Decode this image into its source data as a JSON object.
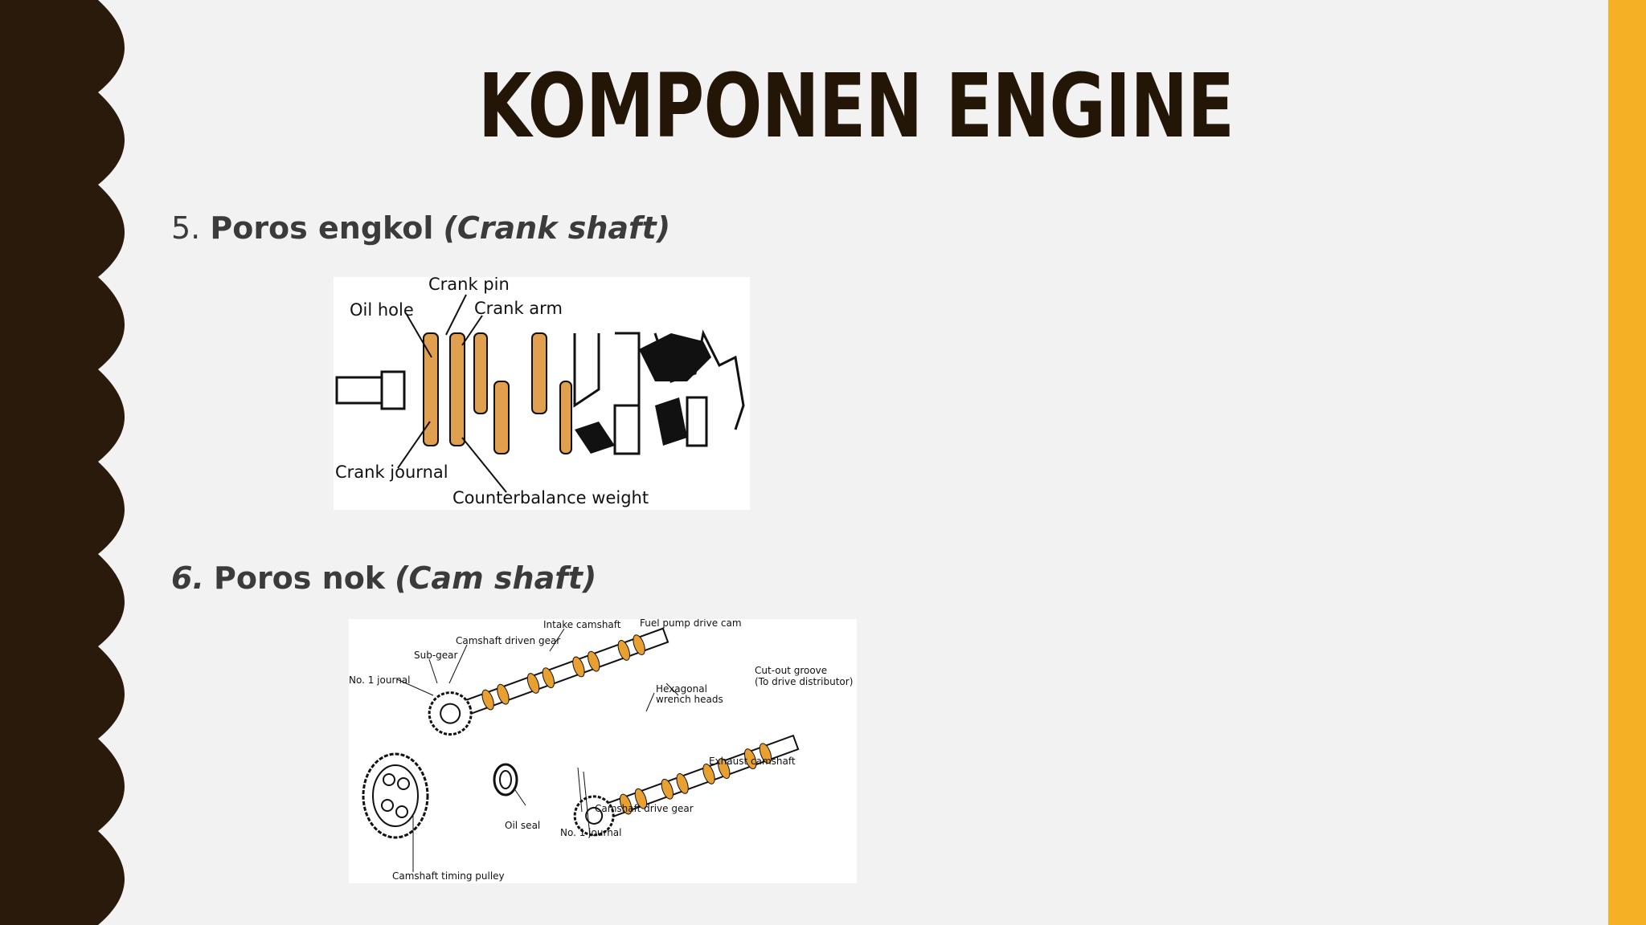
{
  "slide": {
    "title": "KOMPONEN ENGINE",
    "accent_color": "#f6b026",
    "side_color": "#2a1a0b"
  },
  "items": [
    {
      "number": "5.",
      "name": "Poros engkol",
      "english": "(Crank shaft)",
      "figure_labels": {
        "crank_pin": "Crank pin",
        "oil_hole": "Oil hole",
        "crank_arm": "Crank arm",
        "crank_journal": "Crank journal",
        "counterbalance_weight": "Counterbalance weight"
      }
    },
    {
      "number": "6.",
      "name": "Poros nok",
      "english": "(Cam shaft)",
      "figure_labels": {
        "intake_camshaft": "Intake camshaft",
        "fuel_pump_drive_cam": "Fuel pump drive cam",
        "camshaft_driven_gear": "Camshaft driven gear",
        "sub_gear": "Sub-gear",
        "no1_journal_a": "No. 1 journal",
        "cutout_groove": "Cut-out groove",
        "to_drive_distributor": "(To drive distributor)",
        "hexagonal": "Hexagonal",
        "wrench_heads": "wrench heads",
        "exhaust_camshaft": "Exhaust camshaft",
        "camshaft_drive_gear": "Camshaft drive gear",
        "oil_seal": "Oil seal",
        "no1_journal_b": "No. 1 journal",
        "camshaft_timing_pulley": "Camshaft timing pulley"
      }
    }
  ]
}
